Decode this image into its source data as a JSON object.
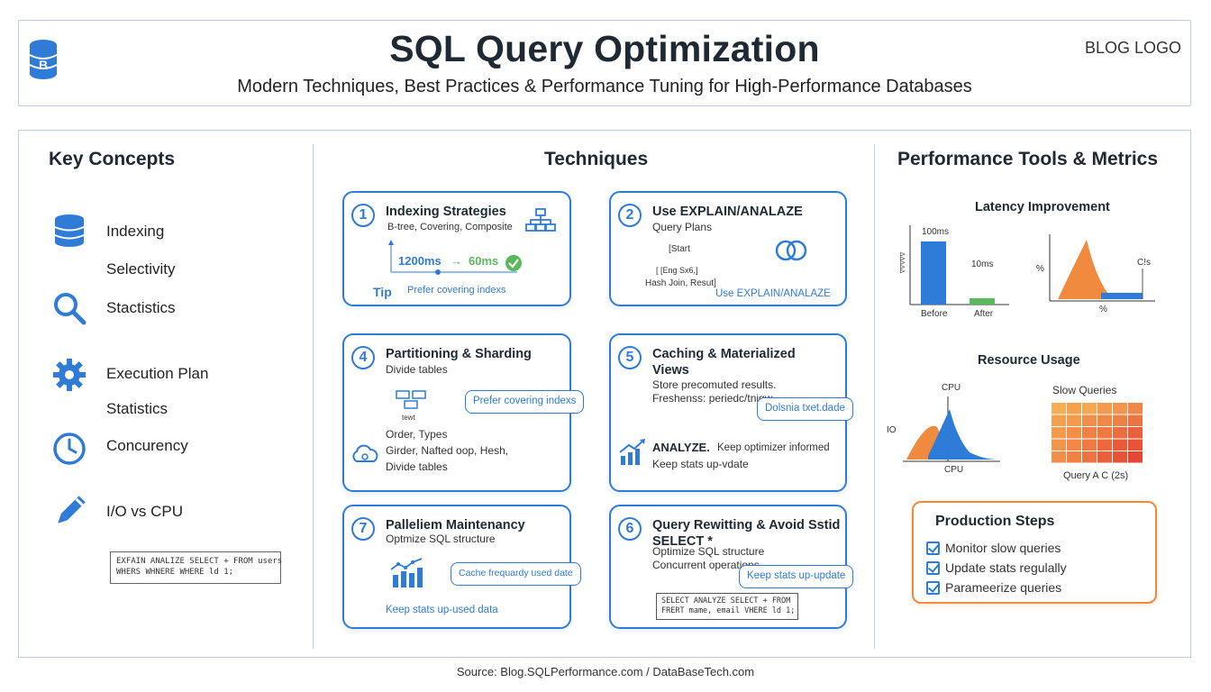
{
  "header": {
    "title": "SQL Query Optimization",
    "subtitle": "Modern Techniques, Best Practices & Performance Tuning for High-Performance Databases",
    "logo_text": "BLOG LOGO",
    "logo_icon": "database-icon"
  },
  "colors": {
    "accent": "#2f7bd8",
    "orange": "#f08a3e",
    "green": "#5bb85b"
  },
  "key_concepts": {
    "title": "Key Concepts",
    "items": [
      {
        "label": "Indexing",
        "icon": "database-icon"
      },
      {
        "label": "Selectivity"
      },
      {
        "label": "Stactistics",
        "icon": "search-icon"
      },
      {
        "label": "Execution Plan",
        "icon": "gear-icon"
      },
      {
        "label": "Statistics"
      },
      {
        "label": "Concurency",
        "icon": "clock-icon"
      },
      {
        "label": "I/O vs CPU",
        "icon": "pencil-icon"
      }
    ],
    "code": "EXFAIN ANALIZE SELECT + FROM users\nWHERS WHNERE WHERE ld 1;"
  },
  "techniques": {
    "title": "Techniques",
    "cards": [
      {
        "num": "1",
        "title": "Indexing Strategies",
        "lines": [
          "B-tree, Covering, Composite"
        ],
        "before": "1200ms",
        "arrow": "→",
        "after": "60ms",
        "tip_label": "Tip",
        "tip": "Prefer covering indexs"
      },
      {
        "num": "2",
        "title": "Use EXPLAIN/ANALAZE",
        "lines": [
          "Query Plans"
        ],
        "tree_top": "[Start",
        "tree_mid": "[ [Eng Sx6,]",
        "tree_bottom": "Hash Join, Resut]",
        "footer": "Use EXPLAIN/ANALAZE"
      },
      {
        "num": "4",
        "title": "Partitioning & Sharding",
        "lines": [
          "Divide tables",
          "Order, Types",
          "Girder, Nafted oop, Hesh,",
          "Divide tables"
        ],
        "diagram_label": "tewt",
        "pill": "Prefer covering indexs"
      },
      {
        "num": "5",
        "title": "Caching & Materialized Views",
        "lines": [
          "Store precomuted results.",
          "Freshenss: periedc/tnigw"
        ],
        "pill": "Dolsnia txet.dade",
        "analyze_label": "ANALYZE.",
        "analyze_text": "Keep optimizer informed",
        "footer": "Keep stats up-vdate"
      },
      {
        "num": "7",
        "title": "Palleliem Maintenancy",
        "lines": [
          "Optmize SQL structure"
        ],
        "pill": "Cache frequardy used date",
        "footer": "Keep stats up-used data"
      },
      {
        "num": "6",
        "title": "Query Rewitting & Avoid Sstid SELECT *",
        "lines": [
          "Optimize SQL structure",
          "Concurrent operations"
        ],
        "pill": "Keep stats up-update",
        "code": "SELECT ANALYZE SELECT + FROM\nFRERT mame, email VHERE ld 1;"
      }
    ]
  },
  "tools": {
    "title": "Performance Tools & Metrics",
    "latency": {
      "title": "Latency Improvement",
      "ylabel": "ΔΔΔΔΔ",
      "bar_labels": [
        "100ms",
        "10ms"
      ],
      "categories": [
        "Before",
        "After"
      ],
      "side_label": "%",
      "bottom_label": "%",
      "corner_label": "C!s"
    },
    "resource": {
      "title": "Resource Usage",
      "cpu_top": "CPU",
      "io_label": "IO",
      "cpu_bottom": "CPU",
      "heatmap_title": "Slow Queries",
      "heatmap_caption": "Query A C (2s)"
    },
    "steps": {
      "title": "Production Steps",
      "items": [
        "Monitor slow queries",
        "Update stats regulally",
        "Parameerize queries"
      ]
    }
  },
  "chart_data": [
    {
      "type": "bar",
      "title": "Latency Improvement",
      "categories": [
        "Before",
        "After"
      ],
      "values": [
        100,
        10
      ],
      "data_labels": [
        "100ms",
        "10ms"
      ],
      "ylim": [
        0,
        100
      ]
    },
    {
      "type": "heatmap",
      "title": "Slow Queries",
      "rows": 5,
      "cols": 6,
      "values": [
        [
          0.2,
          0.3,
          0.25,
          0.35,
          0.4,
          0.5
        ],
        [
          0.3,
          0.35,
          0.45,
          0.5,
          0.55,
          0.65
        ],
        [
          0.35,
          0.45,
          0.55,
          0.6,
          0.7,
          0.8
        ],
        [
          0.4,
          0.5,
          0.6,
          0.75,
          0.85,
          0.9
        ],
        [
          0.45,
          0.55,
          0.65,
          0.8,
          0.9,
          1.0
        ]
      ]
    }
  ]
}
